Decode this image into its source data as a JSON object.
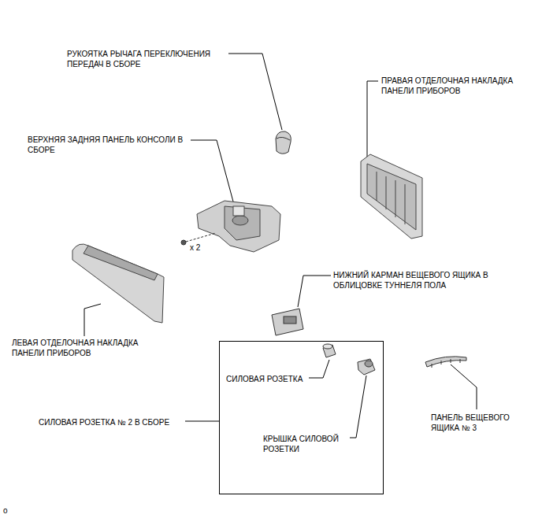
{
  "diagram": {
    "nodes": [
      {
        "text": [
          "СИЛОВАЯ РОЗЕТКА № 2 В СБОРЕ",
          "СИЛОВАЯ РОЗЕТКА",
          "КРЫШКА СИЛОВОЙ РОЗЕТКИ"
        ]
      }
    ],
    "labels": [
      "РУКОЯТКА РЫЧАГА ПЕРЕКЛЮЧЕНИЯ ПЕРЕДАЧ В СБОРЕ",
      "ПРАВАЯ ОТДЕЛОЧНАЯ НАКЛАДКА ПАНЕЛИ ПРИБОРОВ",
      "ВЕРХНЯЯ ЗАДНЯЯ ПАНЕЛЬ КОНСОЛИ В СБОРЕ",
      "x 2",
      "НИЖНИЙ КАРМАН ВЕЩЕВОГО ЯЩИКА В ОБЛИЦОВКЕ ТУННЕЛЯ ПОЛА",
      "ЛЕВАЯ ОТДЕЛОЧНАЯ НАКЛАДКА ПАНЕЛИ ПРИБОРОВ",
      "ПАНЕЛЬ ВЕЩЕВОГО ЯЩИКА № 3",
      "o"
    ]
  }
}
